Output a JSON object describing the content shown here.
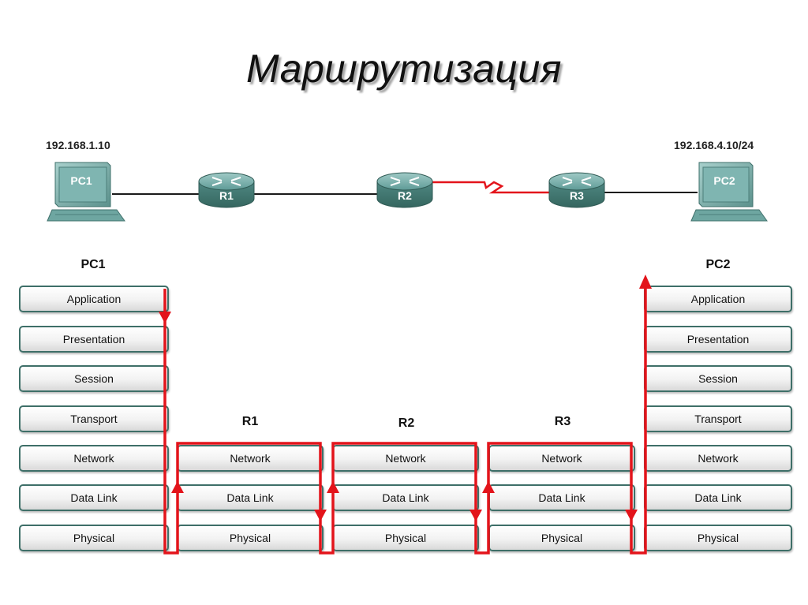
{
  "title": "Маршрутизация",
  "topology": {
    "pc1": {
      "label": "PC1",
      "ip": "192.168.1.10"
    },
    "pc2": {
      "label": "PC2",
      "ip": "192.168.4.10/24"
    },
    "routers": [
      {
        "label": "R1"
      },
      {
        "label": "R2"
      },
      {
        "label": "R3"
      }
    ],
    "link_colors": {
      "ethernet": "#1a1a1a",
      "serial": "#e3141b"
    }
  },
  "stacks": [
    {
      "id": "pc1",
      "label": "PC1",
      "layers": [
        "Application",
        "Presentation",
        "Session",
        "Transport",
        "Network",
        "Data Link",
        "Physical"
      ]
    },
    {
      "id": "r1",
      "label": "R1",
      "layers": [
        "Network",
        "Data Link",
        "Physical"
      ]
    },
    {
      "id": "r2",
      "label": "R2",
      "layers": [
        "Network",
        "Data Link",
        "Physical"
      ]
    },
    {
      "id": "r3",
      "label": "R3",
      "layers": [
        "Network",
        "Data Link",
        "Physical"
      ]
    },
    {
      "id": "pc2",
      "label": "PC2",
      "layers": [
        "Application",
        "Presentation",
        "Session",
        "Transport",
        "Network",
        "Data Link",
        "Physical"
      ]
    }
  ],
  "colors": {
    "path": "#e3141b",
    "layer_border": "#3e6f68",
    "device_body": "#5f9b97",
    "device_screen": "#7fb5b1"
  },
  "icons": [
    "computer-icon",
    "router-icon",
    "arrow-up-icon",
    "arrow-down-icon"
  ]
}
